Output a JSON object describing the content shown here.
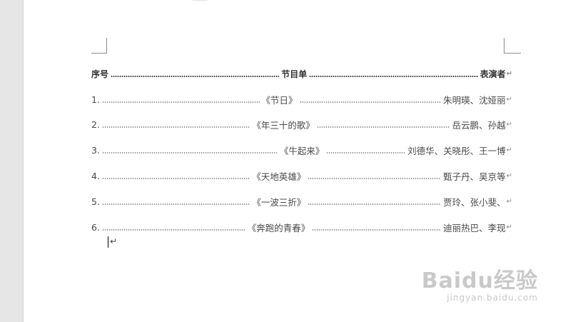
{
  "header": {
    "col1": "序号",
    "col2": "节目单",
    "col3": "表演者"
  },
  "rows": [
    {
      "num": "1.",
      "program": "《节日》",
      "performer": "朱明瑛、沈娅丽"
    },
    {
      "num": "2.",
      "program": "《年三十的歌》",
      "performer": "岳云鹏、孙越"
    },
    {
      "num": "3.",
      "program": "《牛起来》",
      "performer": "刘德华、关晓彤、王一博"
    },
    {
      "num": "4.",
      "program": "《天地英雄》",
      "performer": "甄子丹、吴京等"
    },
    {
      "num": "5.",
      "program": "《一波三折》",
      "performer": "贾玲、张小斐、"
    },
    {
      "num": "6.",
      "program": "《奔跑的青春》",
      "performer": "迪丽热巴、李现"
    }
  ],
  "marks": {
    "paragraph": "↵"
  },
  "watermark": {
    "brand": "Baidu经验",
    "sub": "jingyan.baidu.com"
  }
}
